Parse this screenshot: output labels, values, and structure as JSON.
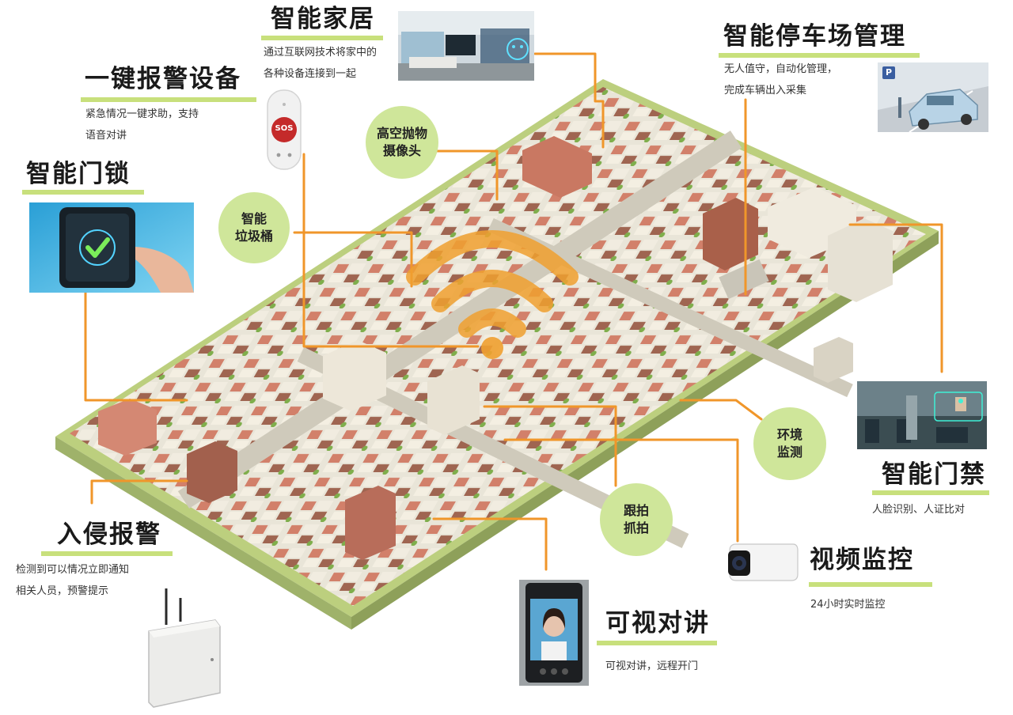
{
  "features": {
    "sos": {
      "title": "一键报警设备",
      "desc1": "紧急情况一键求助，支持",
      "desc2": "语音对讲"
    },
    "smart_home": {
      "title": "智能家居",
      "desc1": "通过互联网技术将家中的",
      "desc2": "各种设备连接到一起"
    },
    "parking": {
      "title": "智能停车场管理",
      "desc1": "无人值守，自动化管理，",
      "desc2": "完成车辆出入采集"
    },
    "door_lock": {
      "title": "智能门锁"
    },
    "access": {
      "title": "智能门禁",
      "desc1": "人脸识别、人证比对"
    },
    "intrusion": {
      "title": "入侵报警",
      "desc1": "检测到可以情况立即通知",
      "desc2": "相关人员，预警提示"
    },
    "video": {
      "title": "视频监控",
      "desc1": "24小时实时监控"
    },
    "intercom": {
      "title": "可视对讲",
      "desc1": "可视对讲，远程开门"
    }
  },
  "bubbles": {
    "throw_camera": {
      "line1": "高空抛物",
      "line2": "摄像头"
    },
    "trash_bin": {
      "line1": "智能",
      "line2": "垃圾桶"
    },
    "environment": {
      "line1": "环境",
      "line2": "监测"
    },
    "tracking": {
      "line1": "跟拍",
      "line2": "抓拍"
    }
  },
  "device_labels": {
    "sos_button": "SOS"
  },
  "colors": {
    "accent_underline": "#c8e07c",
    "bubble_fill": "#cfe69a",
    "connector_line": "#f0962a",
    "wifi_signal": "#f0a030",
    "ground": "#e4e0d2",
    "grass_edge": "#bccf7e"
  },
  "icons": [
    "wifi-signal-icon",
    "checkmark-icon",
    "parking-icon",
    "sos-button-icon",
    "antenna-icon",
    "face-icon"
  ]
}
